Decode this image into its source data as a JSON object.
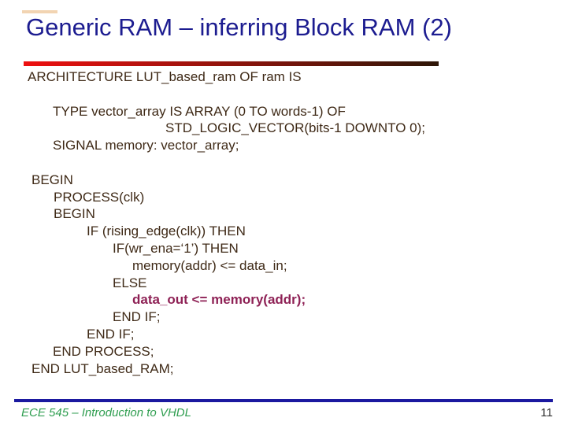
{
  "title": "Generic RAM – inferring Block RAM (2)",
  "code": {
    "lines": [
      {
        "text": "ARCHITECTURE LUT_based_ram OF ram IS",
        "indent": 35,
        "highlight": false
      },
      {
        "text": "",
        "indent": 35,
        "highlight": false
      },
      {
        "text": "TYPE vector_array IS ARRAY (0 TO words-1) OF",
        "indent": 67,
        "highlight": false
      },
      {
        "text": "STD_LOGIC_VECTOR(bits-1 DOWNTO 0);",
        "indent": 210,
        "highlight": false
      },
      {
        "text": "SIGNAL memory: vector_array;",
        "indent": 67,
        "highlight": false
      },
      {
        "text": "",
        "indent": 35,
        "highlight": false
      },
      {
        "text": "BEGIN",
        "indent": 40,
        "highlight": false
      },
      {
        "text": "PROCESS(clk)",
        "indent": 68,
        "highlight": false
      },
      {
        "text": "BEGIN",
        "indent": 68,
        "highlight": false
      },
      {
        "text": "IF (rising_edge(clk)) THEN",
        "indent": 110,
        "highlight": false
      },
      {
        "text": "IF(wr_ena=‘1’) THEN",
        "indent": 143,
        "highlight": false
      },
      {
        "text": "memory(addr) <= data_in;",
        "indent": 168,
        "highlight": false
      },
      {
        "text": "ELSE",
        "indent": 143,
        "highlight": false
      },
      {
        "text": "data_out <= memory(addr);",
        "indent": 168,
        "highlight": true
      },
      {
        "text": "END IF;",
        "indent": 143,
        "highlight": false
      },
      {
        "text": "END IF;",
        "indent": 110,
        "highlight": false
      },
      {
        "text": "END PROCESS;",
        "indent": 67,
        "highlight": false
      },
      {
        "text": "END LUT_based_RAM;",
        "indent": 40,
        "highlight": false
      }
    ]
  },
  "footer": {
    "course": "ECE 545 – Introduction to VHDL",
    "page_number": "11"
  },
  "colors": {
    "title": "#1c1c90",
    "code_text": "#3f2a17",
    "highlight": "#8e2155",
    "bar_gradient_start": "#ee1010",
    "bar_gradient_end": "#2e1708",
    "footer_line": "#1b19a0",
    "footer_text": "#2f9e50",
    "page_number": "#333333"
  }
}
